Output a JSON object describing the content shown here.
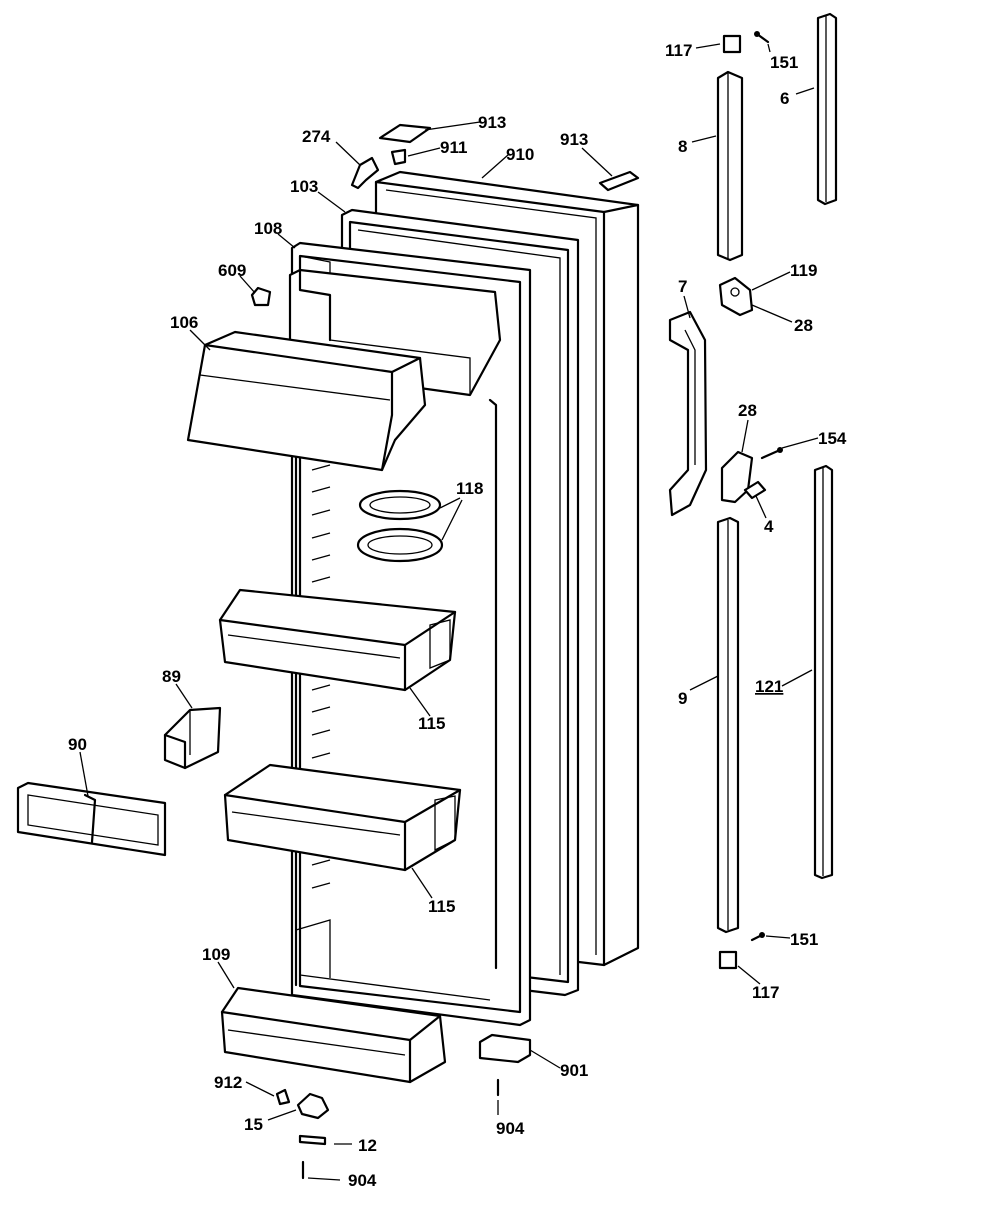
{
  "labels": {
    "l117a": "117",
    "l151a": "151",
    "l6": "6",
    "l913a": "913",
    "l274": "274",
    "l911": "911",
    "l910": "910",
    "l913b": "913",
    "l8": "8",
    "l103": "103",
    "l108": "108",
    "l119": "119",
    "l609": "609",
    "l7": "7",
    "l28a": "28",
    "l106": "106",
    "l28b": "28",
    "l154": "154",
    "l118": "118",
    "l4": "4",
    "l89": "89",
    "l115a": "115",
    "l9": "9",
    "l121": "121",
    "l90": "90",
    "l115b": "115",
    "l151b": "151",
    "l109": "109",
    "l117b": "117",
    "l901": "901",
    "l912": "912",
    "l15": "15",
    "l904a": "904",
    "l12": "12",
    "l904b": "904"
  }
}
